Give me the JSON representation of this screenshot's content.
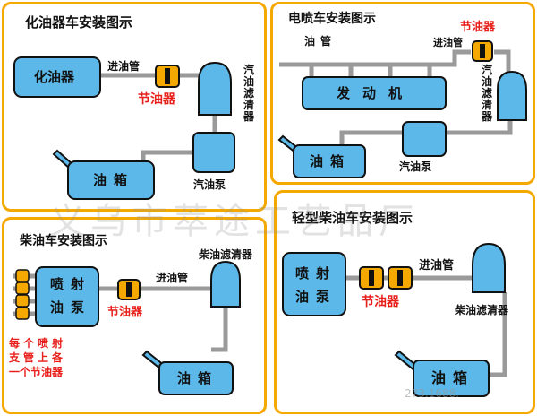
{
  "panel1": {
    "title": "化油器车安装图示",
    "tank_left": "化油器",
    "inlet_pipe": "进油管",
    "saver": "节油器",
    "filter": "汽油滤清器",
    "tank": "油箱",
    "pump": "汽油泵"
  },
  "panel2": {
    "title": "电喷车安装图示",
    "oil_pipe": "油管",
    "saver": "节油器",
    "inlet_pipe": "进油管",
    "filter": "汽油滤清器",
    "engine": "发动机",
    "tank": "油箱",
    "pump": "汽油泵"
  },
  "panel3": {
    "title": "柴油车安装图示",
    "filter": "柴油滤清器",
    "pump_line1": "喷射",
    "pump_line2": "油泵",
    "inlet_pipe": "进油管",
    "saver": "节油器",
    "note_line1": "每个喷射",
    "note_line2": "支管上各",
    "note_line3": "一个节油器",
    "tank": "油箱"
  },
  "panel4": {
    "title": "轻型柴油车安装图示",
    "pump_line1": "喷射",
    "pump_line2": "油泵",
    "inlet_pipe": "进油管",
    "saver": "节油器",
    "filter": "柴油滤清器",
    "tank": "油箱"
  },
  "watermark": {
    "main": "义乌市萃途工艺品厂",
    "corner": "273.1688."
  },
  "colors": {
    "panel_border": "#f5a800",
    "component_fill": "#5bb8e8",
    "pipe": "#9a9a9a",
    "saver_fill": "#f5a800",
    "red_label": "#e8201c"
  }
}
